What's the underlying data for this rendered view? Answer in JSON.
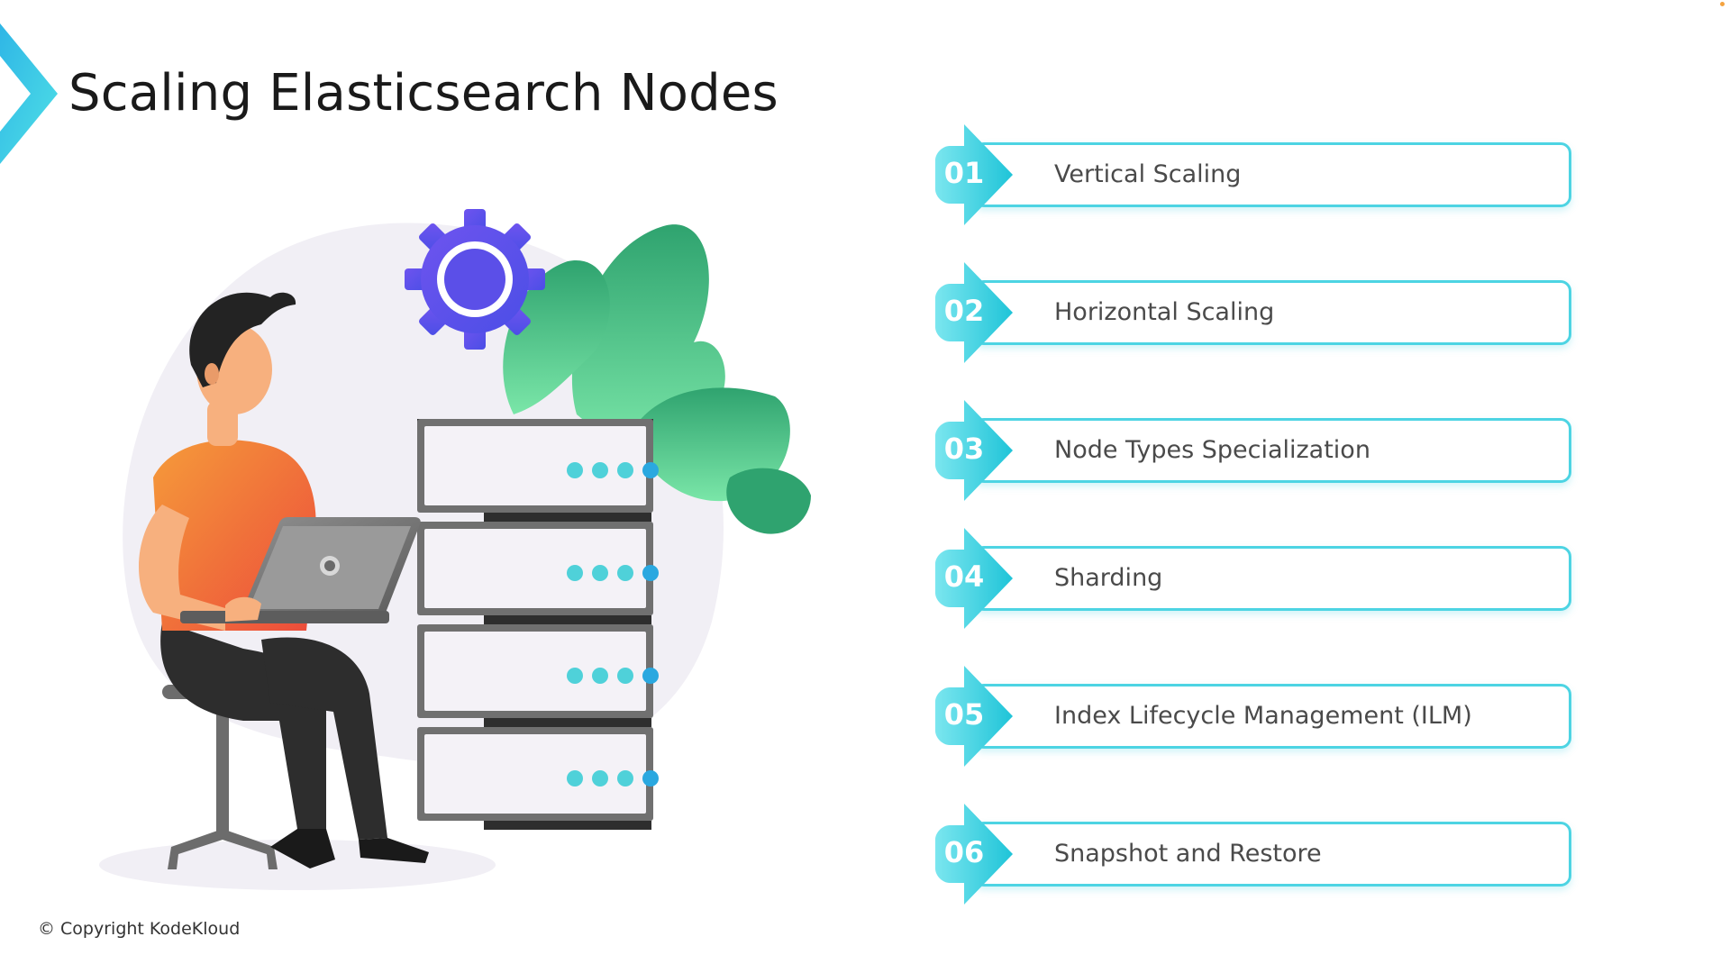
{
  "slide": {
    "title": "Scaling Elasticsearch Nodes",
    "copyright": "© Copyright KodeKloud"
  },
  "items": [
    {
      "number": "01",
      "label": "Vertical Scaling"
    },
    {
      "number": "02",
      "label": "Horizontal Scaling"
    },
    {
      "number": "03",
      "label": "Node Types Specialization"
    },
    {
      "number": "04",
      "label": "Sharding"
    },
    {
      "number": "05",
      "label": "Index Lifecycle Management (ILM)"
    },
    {
      "number": "06",
      "label": "Snapshot and Restore"
    }
  ],
  "icons": {
    "corner": "chevron-right-icon",
    "illustration": "person-laptop-server-illustration",
    "gear": "gear-icon"
  },
  "colors": {
    "accent_cyan": "#4dd4e3",
    "badge_gradient_start": "#7be6ef",
    "badge_gradient_end": "#1fc4d8",
    "gear": "#5b4fe8",
    "leaf": "#3fbf84",
    "shirt": "#f07a3a",
    "title_text": "#1a1a1a"
  }
}
